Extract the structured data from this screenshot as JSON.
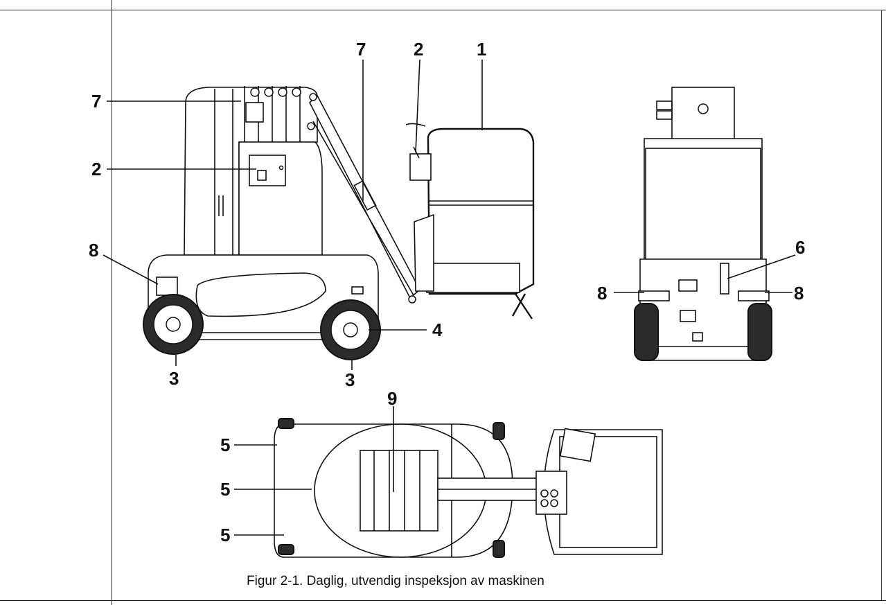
{
  "caption": "Figur 2-1.   Daglig, utvendig inspeksjon av maskinen",
  "callouts": {
    "c7_top": "7",
    "c2_top": "2",
    "c1": "1",
    "c7_left": "7",
    "c2_left": "2",
    "c8_left": "8",
    "c3_rear": "3",
    "c3_front": "3",
    "c4": "4",
    "c6": "6",
    "c8_rear_left": "8",
    "c8_rear_right": "8",
    "c9": "9",
    "c5_a": "5",
    "c5_b": "5",
    "c5_c": "5"
  }
}
